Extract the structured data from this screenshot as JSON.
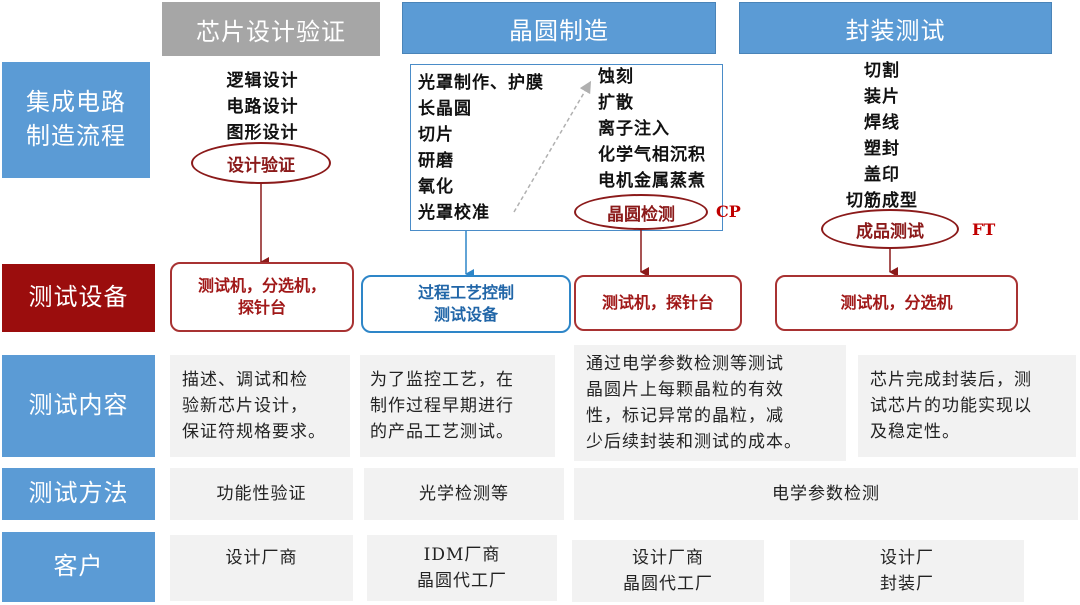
{
  "headers": {
    "design": "芯片设计验证",
    "wafer": "晶圆制造",
    "package": "封装测试"
  },
  "row_labels": {
    "process": "集成电路\n制造流程",
    "equipment": "测试设备",
    "content": "测试内容",
    "method": "测试方法",
    "customer": "客户"
  },
  "design_steps": [
    "逻辑设计",
    "电路设计",
    "图形设计"
  ],
  "design_oval": "设计验证",
  "wafer_steps_left": [
    "光罩制作、护膜",
    "长晶圆",
    "切片",
    "研磨",
    "氧化",
    "光罩校准"
  ],
  "wafer_steps_right": [
    "蚀刻",
    "扩散",
    "离子注入",
    "化学气相沉积",
    "电机金属蒸煮"
  ],
  "wafer_oval": "晶圆检测",
  "cp_tag": "CP",
  "package_steps": [
    "切割",
    "装片",
    "焊线",
    "塑封",
    "盖印",
    "切筋成型"
  ],
  "package_oval": "成品测试",
  "ft_tag": "FT",
  "equipment": {
    "design": "测试机，分选机，\n探针台",
    "process": "过程工艺控制\n测试设备",
    "wafer": "测试机，探针台",
    "package": "测试机，分选机"
  },
  "content": {
    "design": "描述、调试和检\n验新芯片设计，\n保证符规格要求。",
    "process": "为了监控工艺，在\n制作过程早期进行\n的产品工艺测试。",
    "wafer": "通过电学参数检测等测试\n晶圆片上每颗晶粒的有效\n性，标记异常的晶粒，减\n少后续封装和测试的成本。",
    "package": "芯片完成封装后，测\n试芯片的功能实现以\n及稳定性。"
  },
  "method": {
    "design": "功能性验证",
    "process": "光学检测等",
    "electrical": "电学参数检测"
  },
  "customer": {
    "design": "设计厂商",
    "process": "IDM厂商\n晶圆代工厂",
    "wafer": "设计厂商\n晶圆代工厂",
    "package": "设计厂\n封装厂"
  },
  "colors": {
    "header_blue": "#5b9bd5",
    "header_gray": "#a6a6a6",
    "label_red": "#9b0d0d",
    "accent_red": "#a01818",
    "accent_blue": "#2e86c8",
    "cell_gray": "#f2f2f2"
  }
}
